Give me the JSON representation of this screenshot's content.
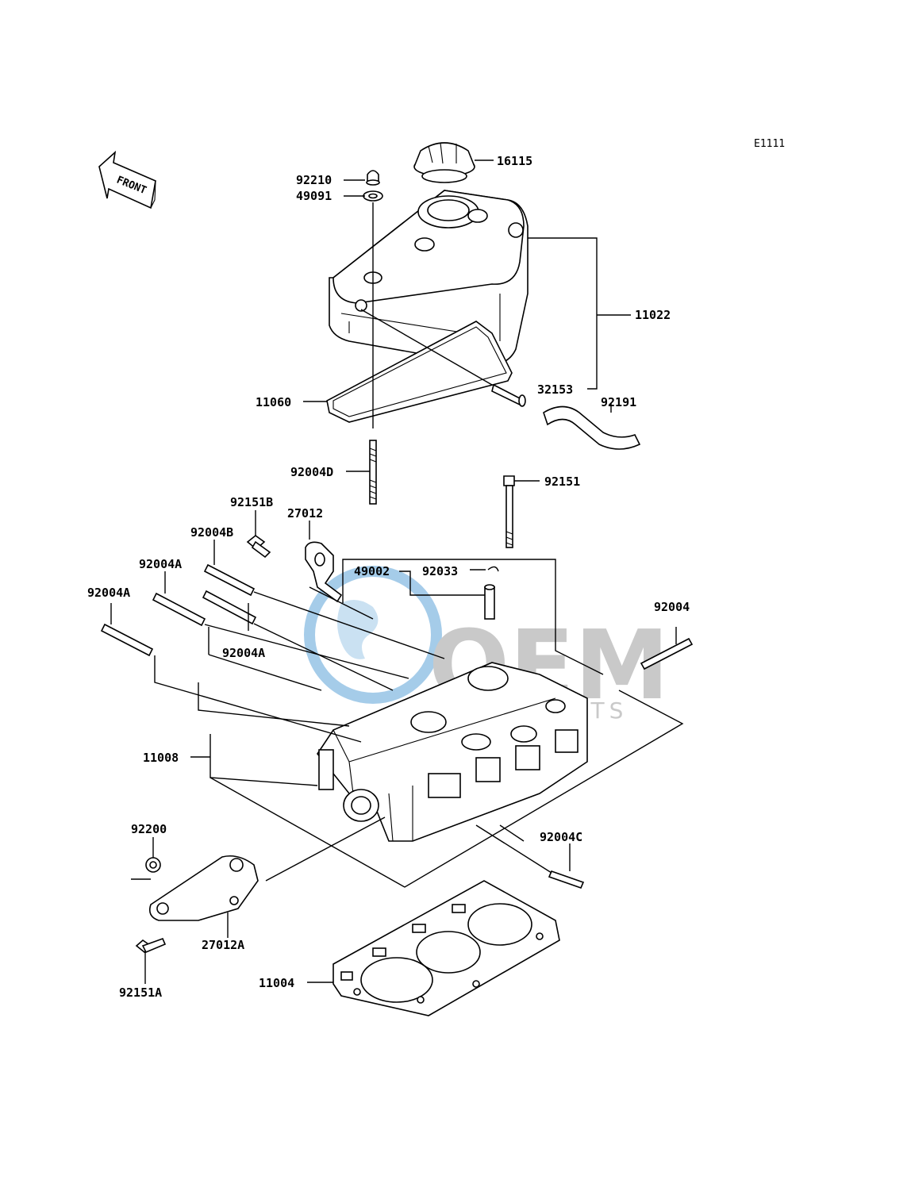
{
  "diagram": {
    "code": "E1111",
    "front_label": "FRONT",
    "watermark": {
      "brand": "OEM",
      "tagline": "MOTORPARTS",
      "color_main": "#8a8a8a",
      "color_globe": "#3a8fd0"
    },
    "parts": [
      {
        "key": "p92210",
        "number": "92210"
      },
      {
        "key": "p49091",
        "number": "49091"
      },
      {
        "key": "p16115",
        "number": "16115"
      },
      {
        "key": "p11022",
        "number": "11022"
      },
      {
        "key": "p32153",
        "number": "32153"
      },
      {
        "key": "p11060",
        "number": "11060"
      },
      {
        "key": "p92191",
        "number": "92191"
      },
      {
        "key": "p92004D",
        "number": "92004D"
      },
      {
        "key": "p92151",
        "number": "92151"
      },
      {
        "key": "p92151B",
        "number": "92151B"
      },
      {
        "key": "p27012",
        "number": "27012"
      },
      {
        "key": "p92004B",
        "number": "92004B"
      },
      {
        "key": "p92004A_1",
        "number": "92004A"
      },
      {
        "key": "p92004A_2",
        "number": "92004A"
      },
      {
        "key": "p92004A_3",
        "number": "92004A"
      },
      {
        "key": "p49002",
        "number": "49002"
      },
      {
        "key": "p92033",
        "number": "92033"
      },
      {
        "key": "p92004",
        "number": "92004"
      },
      {
        "key": "p11008",
        "number": "11008"
      },
      {
        "key": "p92200",
        "number": "92200"
      },
      {
        "key": "p92004C",
        "number": "92004C"
      },
      {
        "key": "p27012A",
        "number": "27012A"
      },
      {
        "key": "p92151A",
        "number": "92151A"
      },
      {
        "key": "p11004",
        "number": "11004"
      }
    ]
  }
}
